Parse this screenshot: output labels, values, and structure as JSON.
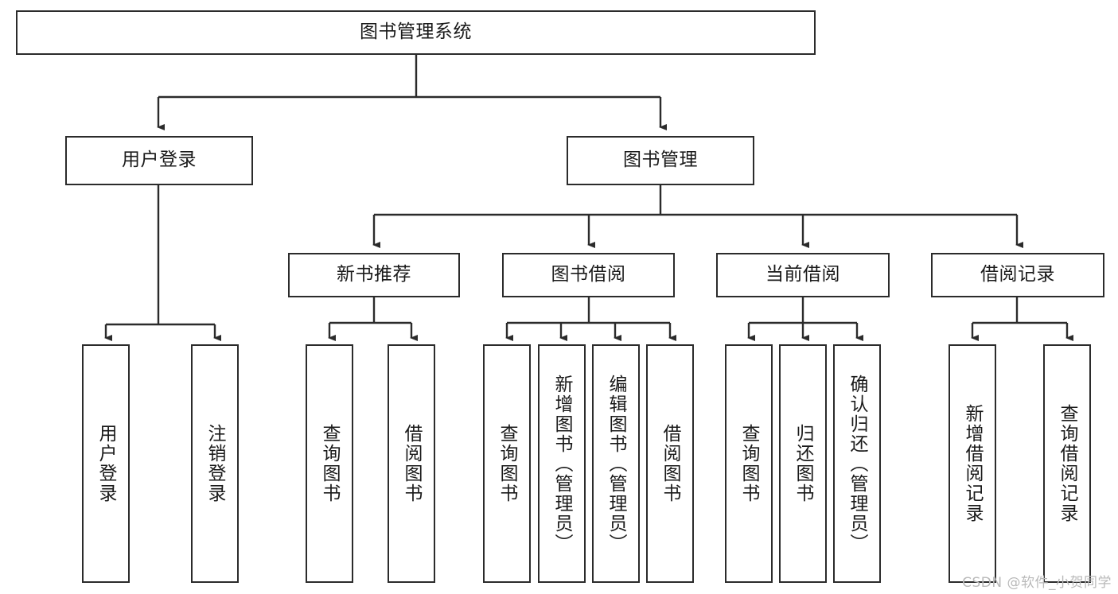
{
  "diagram": {
    "title": "图书管理系统",
    "type": "tree-hierarchy-chart",
    "root": {
      "label": "图书管理系统"
    },
    "level2": [
      {
        "label": "用户登录"
      },
      {
        "label": "图书管理"
      }
    ],
    "level3": [
      {
        "label": "新书推荐"
      },
      {
        "label": "图书借阅"
      },
      {
        "label": "当前借阅"
      },
      {
        "label": "借阅记录"
      }
    ],
    "leaves": {
      "user_login": [
        {
          "label": "用户登录"
        },
        {
          "label": "注销登录"
        }
      ],
      "new_book_recommend": [
        {
          "label": "查询图书"
        },
        {
          "label": "借阅图书"
        }
      ],
      "book_borrow": [
        {
          "label": "查询图书"
        },
        {
          "label": "新增图书（管理员）"
        },
        {
          "label": "编辑图书（管理员）"
        },
        {
          "label": "借阅图书"
        }
      ],
      "current_borrow": [
        {
          "label": "查询图书"
        },
        {
          "label": "归还图书"
        },
        {
          "label": "确认归还（管理员）"
        }
      ],
      "borrow_record": [
        {
          "label": "新增借阅记录"
        },
        {
          "label": "查询借阅记录"
        }
      ]
    }
  },
  "watermark": {
    "text": "CSDN @软件_小贺同学"
  },
  "colors": {
    "stroke": "#2b2b2b",
    "text": "#1a1a1a",
    "background": "#ffffff",
    "watermark": "#b9b9b9"
  }
}
